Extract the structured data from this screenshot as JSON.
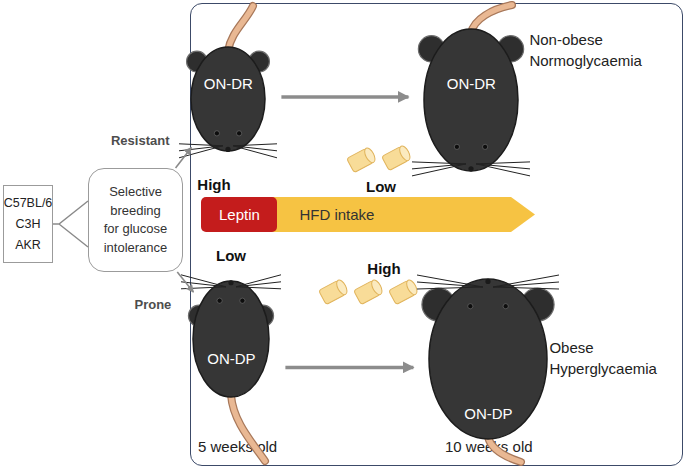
{
  "diagram": {
    "nodes": [
      {
        "text": [
          "C57BL/6 C3H AKR"
        ]
      },
      {
        "text": [
          "Selective breeding for glucose intolerance"
        ]
      },
      {
        "text": [
          "5 weeks old",
          "10 weeks old"
        ]
      },
      {
        "text": [
          "ON-DR"
        ],
        "in": 2
      },
      {
        "text": [
          "ON-DR",
          "Non-obese Normoglycaemia"
        ],
        "in": 2
      },
      {
        "text": [
          "Leptin"
        ],
        "in": 2
      },
      {
        "text": [
          "HFD intake"
        ],
        "in": 2
      },
      {
        "text": [
          "ON-DP"
        ],
        "in": 2
      },
      {
        "text": [
          "ON-DP",
          "Obese Hyperglycaemia"
        ],
        "in": 2
      }
    ],
    "edges": [
      {
        "from": 0,
        "to": 1,
        "arrow": "none"
      },
      {
        "from": 1,
        "to": 3,
        "label": "Resistant",
        "arrow": "to"
      },
      {
        "from": 1,
        "to": 7,
        "label": "Prone",
        "arrow": "to"
      },
      {
        "from": 3,
        "to": 4,
        "arrow": "to"
      },
      {
        "from": 7,
        "to": 8,
        "arrow": "to"
      }
    ],
    "labels": [
      "High",
      "Low",
      "Low",
      "High"
    ]
  }
}
